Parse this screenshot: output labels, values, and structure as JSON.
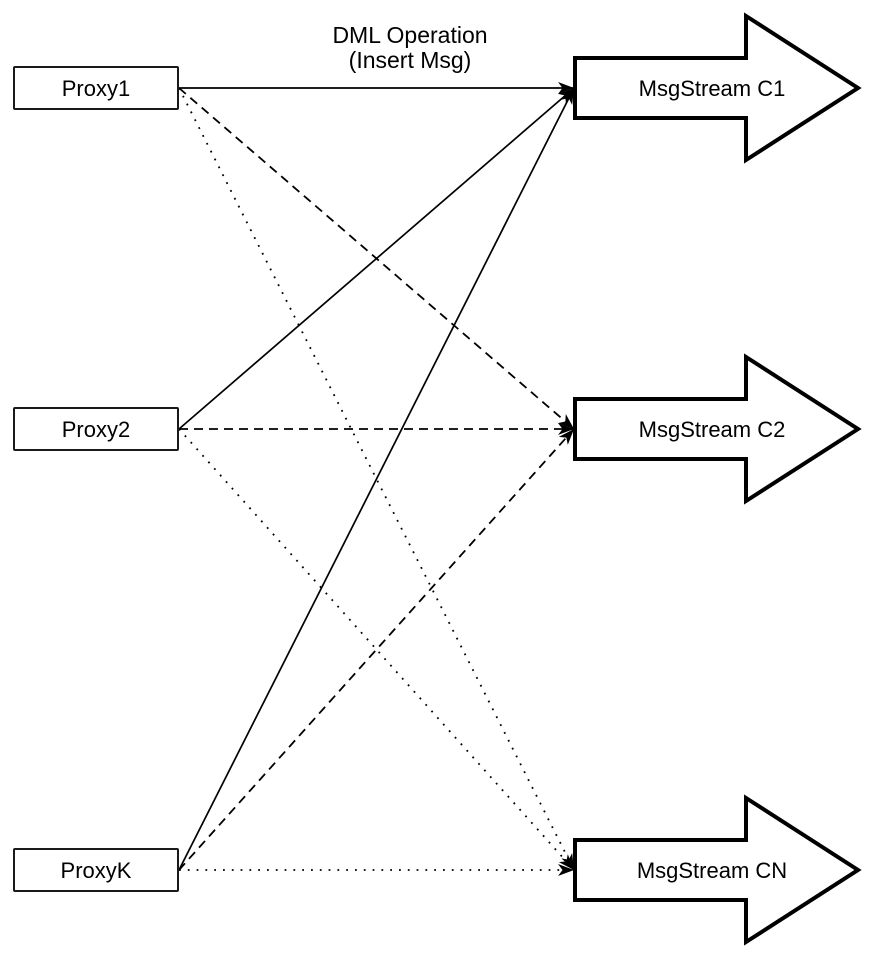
{
  "diagram": {
    "title": {
      "line1": "DML Operation",
      "line2": "(Insert Msg)"
    },
    "proxies": [
      {
        "id": "proxy1",
        "label": "Proxy1"
      },
      {
        "id": "proxy2",
        "label": "Proxy2"
      },
      {
        "id": "proxyk",
        "label": "ProxyK"
      }
    ],
    "streams": [
      {
        "id": "c1",
        "label": "MsgStream C1"
      },
      {
        "id": "c2",
        "label": "MsgStream C2"
      },
      {
        "id": "cn",
        "label": "MsgStream CN"
      }
    ],
    "edges": [
      {
        "from": "Proxy1",
        "to": "MsgStream C1",
        "style": "solid"
      },
      {
        "from": "Proxy2",
        "to": "MsgStream C1",
        "style": "solid"
      },
      {
        "from": "ProxyK",
        "to": "MsgStream C1",
        "style": "solid"
      },
      {
        "from": "Proxy1",
        "to": "MsgStream C2",
        "style": "dashed"
      },
      {
        "from": "Proxy2",
        "to": "MsgStream C2",
        "style": "dashed"
      },
      {
        "from": "ProxyK",
        "to": "MsgStream C2",
        "style": "dashed"
      },
      {
        "from": "Proxy1",
        "to": "MsgStream CN",
        "style": "dotted"
      },
      {
        "from": "Proxy2",
        "to": "MsgStream CN",
        "style": "dotted"
      },
      {
        "from": "ProxyK",
        "to": "MsgStream CN",
        "style": "dotted"
      }
    ],
    "colors": {
      "stroke": "#000000",
      "fill": "#ffffff",
      "text": "#000000"
    }
  }
}
